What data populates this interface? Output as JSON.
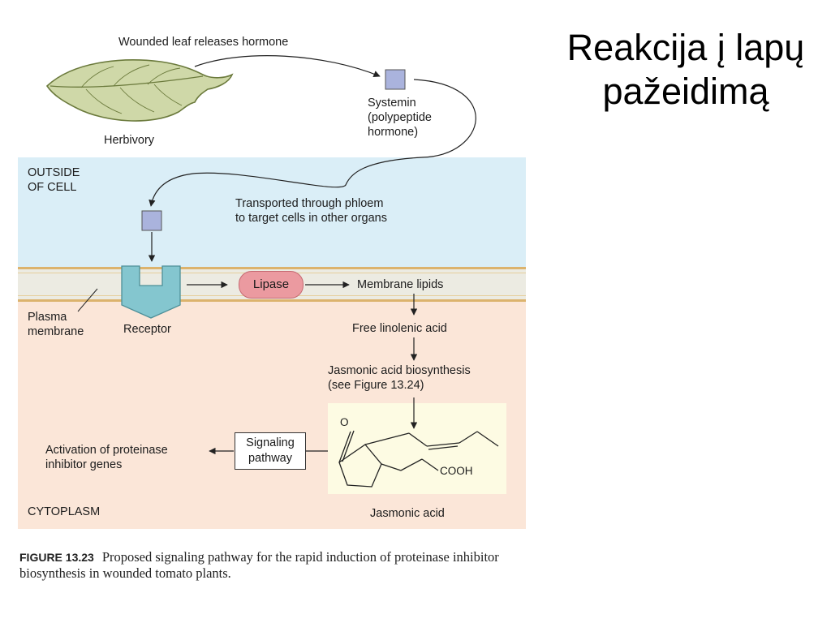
{
  "slide": {
    "title": "Reakcija į lapų pažeidimą"
  },
  "diagram": {
    "wounded_leaf": "Wounded leaf releases hormone",
    "herbivory": "Herbivory",
    "systemin": [
      "Systemin",
      "(polypeptide",
      "hormone)"
    ],
    "outside_of_cell": [
      "OUTSIDE",
      "OF CELL"
    ],
    "transported": [
      "Transported through phloem",
      "to target cells in other organs"
    ],
    "plasma_membrane": [
      "Plasma",
      "membrane"
    ],
    "receptor": "Receptor",
    "lipase": "Lipase",
    "membrane_lipids": "Membrane lipids",
    "free_linolenic_acid": "Free linolenic acid",
    "jasmonic_biosynthesis": [
      "Jasmonic acid biosynthesis",
      "(see Figure 13.24)"
    ],
    "signaling_pathway": [
      "Signaling",
      "pathway"
    ],
    "activation": [
      "Activation of proteinase",
      "inhibitor genes"
    ],
    "cytoplasm": "CYTOPLASM",
    "jasmonic_acid": "Jasmonic acid",
    "oxygen_atom": "O",
    "cooh_group": "COOH"
  },
  "caption": {
    "label": "FIGURE 13.23",
    "text": "Proposed signaling pathway for the rapid induction of proteinase inhibitor biosynthesis in wounded tomato plants."
  },
  "colors": {
    "outside_cell": "#daeef7",
    "cytoplasm": "#fbe6d8",
    "membrane": "#ecebe2",
    "membrane_border": "#dcb36d",
    "systemin_square": "#aab3dd",
    "receptor": "#84c6cf",
    "lipase": "#eb9aa0",
    "leaf": "#cfd8a8",
    "molecule_background": "#fdfbe3"
  }
}
